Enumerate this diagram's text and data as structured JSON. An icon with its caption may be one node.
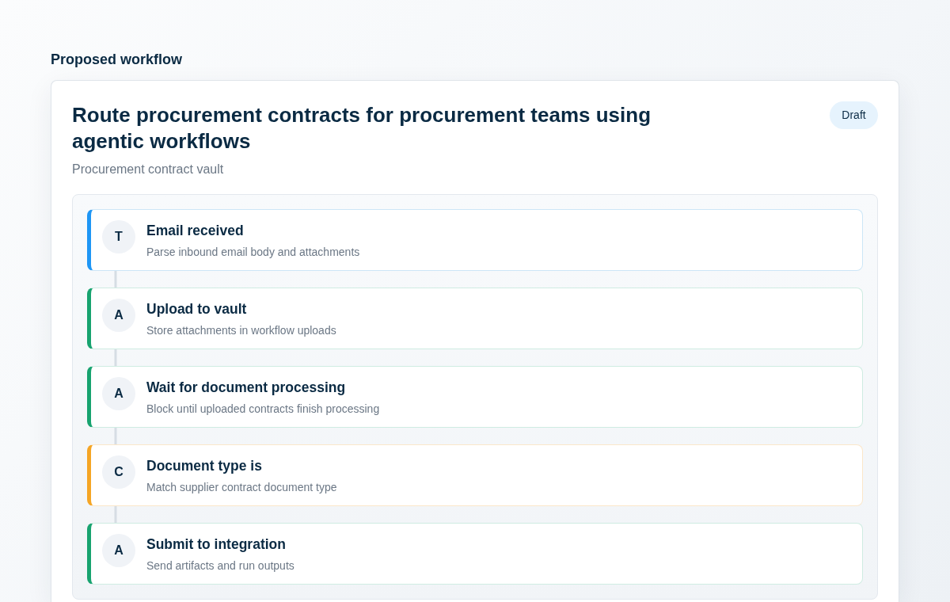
{
  "diagram": {
    "title": "Proposed workflow",
    "nodes": [
      {
        "text": [
          "Route procurement contracts for procurement teams using agentic workflows",
          "Procurement contract vault"
        ]
      },
      {
        "text": [
          "Draft"
        ],
        "in": 0
      },
      {
        "text": [],
        "shape": "box",
        "in": 0
      },
      {
        "text": [
          "Email received",
          "Parse inbound email body and attachments"
        ],
        "in": 2
      },
      {
        "text": [
          "T"
        ],
        "in": 3
      },
      {
        "text": [
          "Upload to vault",
          "Store attachments in workflow uploads"
        ],
        "in": 2
      },
      {
        "text": [
          "A"
        ],
        "in": 5
      },
      {
        "text": [
          "Wait for document processing",
          "Block until uploaded contracts finish processing"
        ],
        "in": 2
      },
      {
        "text": [
          "A"
        ],
        "in": 7
      },
      {
        "text": [
          "Document type is",
          "Match supplier contract document type"
        ],
        "in": 2
      },
      {
        "text": [
          "C"
        ],
        "in": 9
      },
      {
        "text": [
          "Submit to integration",
          "Send artifacts and run outputs"
        ],
        "in": 2
      },
      {
        "text": [
          "A"
        ],
        "in": 11
      }
    ],
    "edges": [
      {
        "from": 3,
        "to": 5,
        "arrow": "none"
      },
      {
        "from": 5,
        "to": 7,
        "arrow": "none"
      },
      {
        "from": 7,
        "to": 9,
        "arrow": "none"
      },
      {
        "from": 9,
        "to": 11,
        "arrow": "none"
      }
    ]
  }
}
